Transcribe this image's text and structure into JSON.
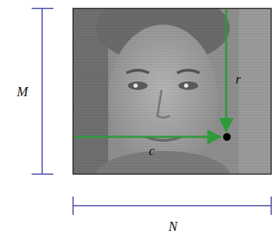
{
  "diagram": {
    "labels": [
      "M",
      "r",
      "c",
      "N"
    ]
  }
}
